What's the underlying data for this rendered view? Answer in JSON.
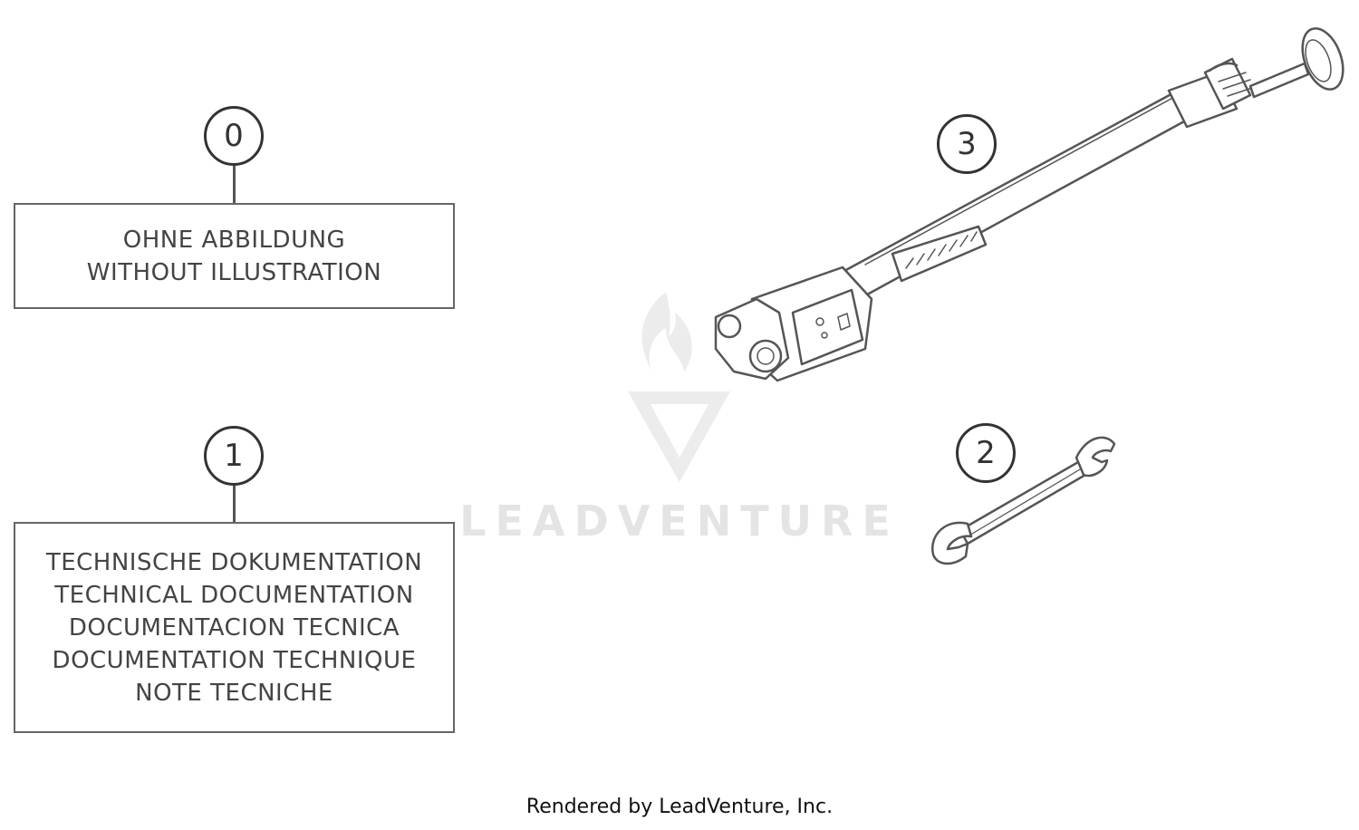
{
  "callouts": {
    "item0": "0",
    "item1": "1",
    "item2": "2",
    "item3": "3"
  },
  "box0": {
    "lines": [
      "OHNE ABBILDUNG",
      "WITHOUT ILLUSTRATION"
    ]
  },
  "box1": {
    "lines": [
      "TECHNISCHE DOKUMENTATION",
      "TECHNICAL DOCUMENTATION",
      "DOCUMENTACION TECNICA",
      "DOCUMENTATION TECHNIQUE",
      "NOTE TECNICHE"
    ]
  },
  "watermark": "LEADVENTURE",
  "footer": "Rendered by LeadVenture, Inc."
}
